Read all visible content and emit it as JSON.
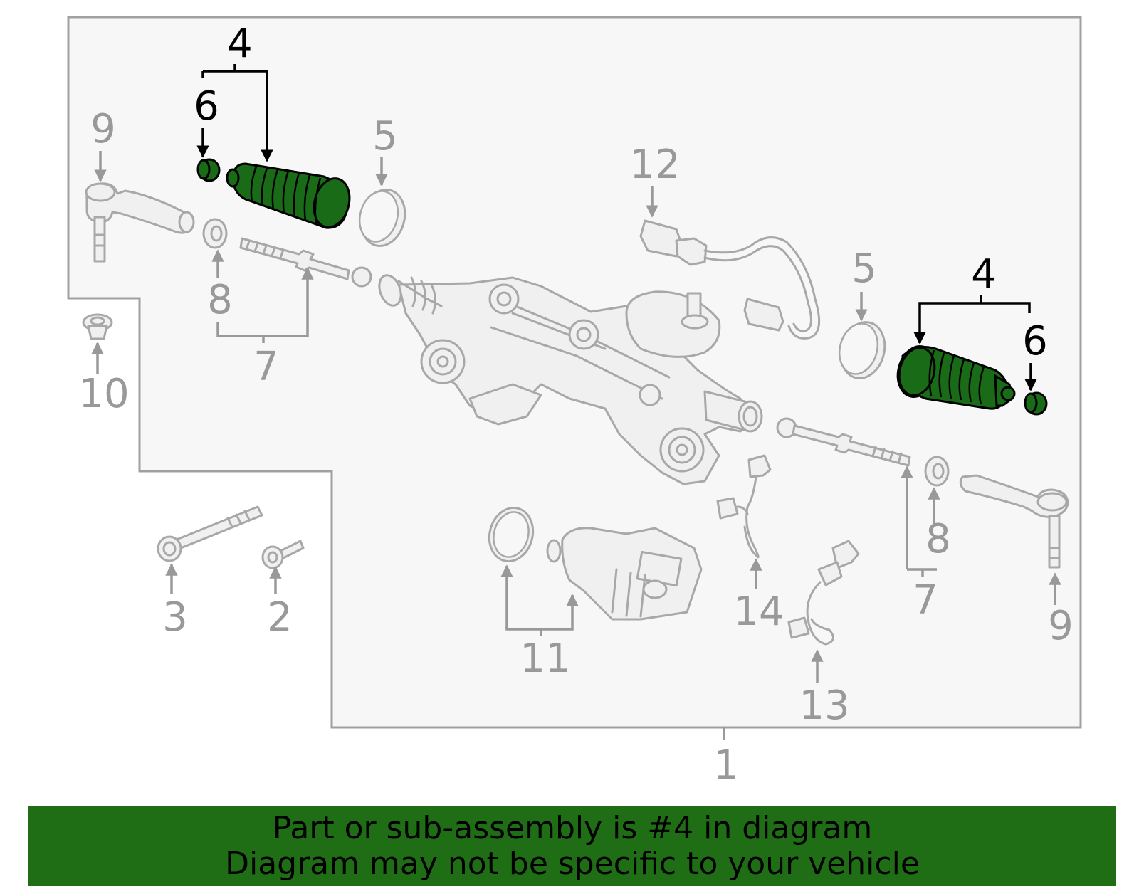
{
  "colors": {
    "highlight": "#1f6e16",
    "panel_background": "#f7f7f7",
    "outline": "#999999"
  },
  "callouts": {
    "c1": "1",
    "c2": "2",
    "c3": "3",
    "c4_left": "4",
    "c4_right": "4",
    "c5_left": "5",
    "c5_right": "5",
    "c6_left": "6",
    "c6_right": "6",
    "c7_left": "7",
    "c7_right": "7",
    "c8_left": "8",
    "c8_right": "8",
    "c9_left": "9",
    "c9_right": "9",
    "c10": "10",
    "c11": "11",
    "c12": "12",
    "c13": "13",
    "c14": "14"
  },
  "highlighted_part": "4",
  "banner": {
    "line1": "Part or sub-assembly is #4 in diagram",
    "line2": "Diagram may not be specific to your vehicle"
  }
}
